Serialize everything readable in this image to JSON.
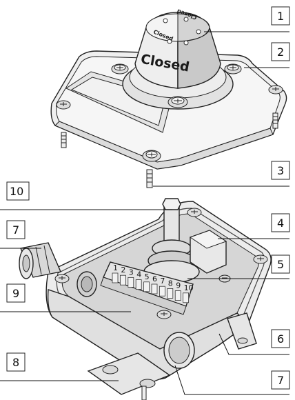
{
  "dome": {
    "text_main": "Closed",
    "text_top_left": "Closed",
    "text_top_right": "Closed"
  },
  "terminal": {
    "numbers": [
      "1",
      "2",
      "3",
      "4",
      "5",
      "6",
      "7",
      "8",
      "9",
      "10"
    ]
  },
  "callouts": [
    "1",
    "2",
    "3",
    "4",
    "5",
    "6",
    "7",
    "7",
    "8",
    "9",
    "10"
  ],
  "colors": {
    "housing": "#eeeeee",
    "dome_left": "#ededed",
    "dome_right": "#c9c9c9",
    "line": "#111111"
  }
}
